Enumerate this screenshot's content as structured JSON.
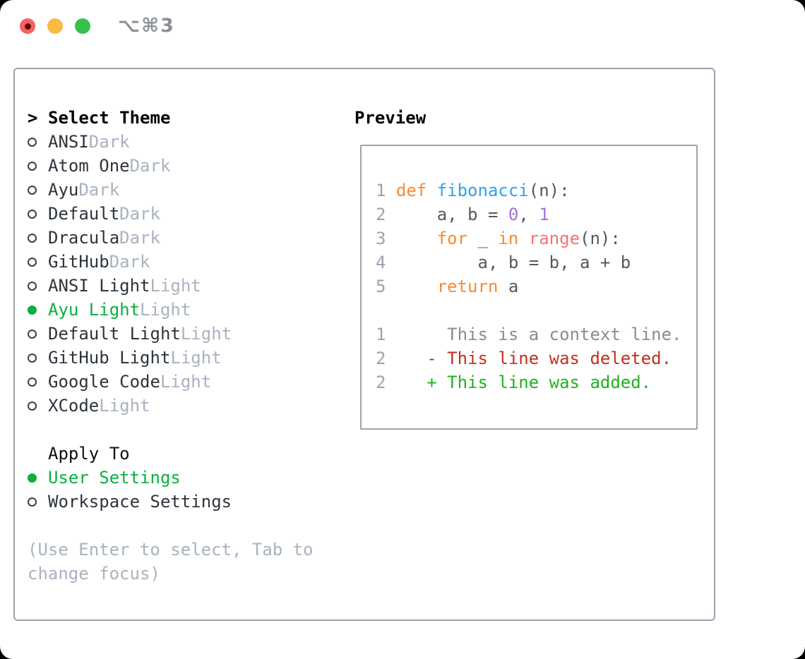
{
  "window": {
    "title": "⌥⌘3"
  },
  "left": {
    "header": {
      "prefix": ">",
      "label": "Select Theme"
    },
    "themes": [
      {
        "name": "ANSI",
        "variant": "Dark",
        "selected": false
      },
      {
        "name": "Atom One",
        "variant": "Dark",
        "selected": false
      },
      {
        "name": "Ayu",
        "variant": "Dark",
        "selected": false
      },
      {
        "name": "Default",
        "variant": "Dark",
        "selected": false
      },
      {
        "name": "Dracula",
        "variant": "Dark",
        "selected": false
      },
      {
        "name": "GitHub",
        "variant": "Dark",
        "selected": false
      },
      {
        "name": "ANSI Light",
        "variant": "Light",
        "selected": false
      },
      {
        "name": "Ayu Light",
        "variant": "Light",
        "selected": true
      },
      {
        "name": "Default Light",
        "variant": "Light",
        "selected": false
      },
      {
        "name": "GitHub Light",
        "variant": "Light",
        "selected": false
      },
      {
        "name": "Google Code",
        "variant": "Light",
        "selected": false
      },
      {
        "name": "XCode",
        "variant": "Light",
        "selected": false
      }
    ],
    "apply_to": {
      "label": "Apply To",
      "options": [
        {
          "name": "User Settings",
          "selected": true
        },
        {
          "name": "Workspace Settings",
          "selected": false
        }
      ]
    },
    "hint_lines": [
      "(Use Enter to select, Tab to",
      "change focus)"
    ]
  },
  "preview": {
    "title": "Preview",
    "code_lines": [
      [
        {
          "t": "1 ",
          "c": "lineno"
        },
        {
          "t": "def ",
          "c": "kw"
        },
        {
          "t": "fibonacci",
          "c": "fn"
        },
        {
          "t": "(n):",
          "c": "fg"
        }
      ],
      [
        {
          "t": "2 ",
          "c": "lineno"
        },
        {
          "t": "    a, b = ",
          "c": "fg"
        },
        {
          "t": "0",
          "c": "num"
        },
        {
          "t": ", ",
          "c": "fg"
        },
        {
          "t": "1",
          "c": "num"
        }
      ],
      [
        {
          "t": "3 ",
          "c": "lineno"
        },
        {
          "t": "    ",
          "c": "fg"
        },
        {
          "t": "for",
          "c": "kw"
        },
        {
          "t": " _ ",
          "c": "fg"
        },
        {
          "t": "in",
          "c": "kw"
        },
        {
          "t": " ",
          "c": "fg"
        },
        {
          "t": "range",
          "c": "call"
        },
        {
          "t": "(n):",
          "c": "fg"
        }
      ],
      [
        {
          "t": "4 ",
          "c": "lineno"
        },
        {
          "t": "        a, b = b, a + b",
          "c": "fg"
        }
      ],
      [
        {
          "t": "5 ",
          "c": "lineno"
        },
        {
          "t": "    ",
          "c": "fg"
        },
        {
          "t": "return",
          "c": "kw"
        },
        {
          "t": " a",
          "c": "fg"
        }
      ],
      [],
      [
        {
          "t": "1",
          "c": "lineno"
        },
        {
          "t": "      This is a context line.",
          "c": "ctx"
        }
      ],
      [
        {
          "t": "2",
          "c": "lineno"
        },
        {
          "t": "    ",
          "c": "fg"
        },
        {
          "t": "- This line was deleted.",
          "c": "del"
        }
      ],
      [
        {
          "t": "2",
          "c": "lineno"
        },
        {
          "t": "    ",
          "c": "fg"
        },
        {
          "t": "+ This line was added.",
          "c": "add"
        }
      ]
    ]
  },
  "colors": {
    "tl_red": "#f4625d",
    "tl_red_dot": "#5c0b04",
    "tl_yellow": "#f6bb40",
    "tl_green": "#38c149",
    "title": "#8b9097",
    "border": "#9aa3ae",
    "dark": "#2e343c",
    "black": "#0d1014",
    "muted": "#a9b2bf",
    "green": "#0caf3f",
    "ring": "#3a414a",
    "kw": "#f98b2d",
    "fn": "#2fa2e9",
    "call": "#f77370",
    "num": "#a571d4",
    "fg": "#525960",
    "lineno": "#9aa3ad",
    "ctx": "#858d96",
    "del": "#c1301f",
    "add": "#1db41e"
  }
}
